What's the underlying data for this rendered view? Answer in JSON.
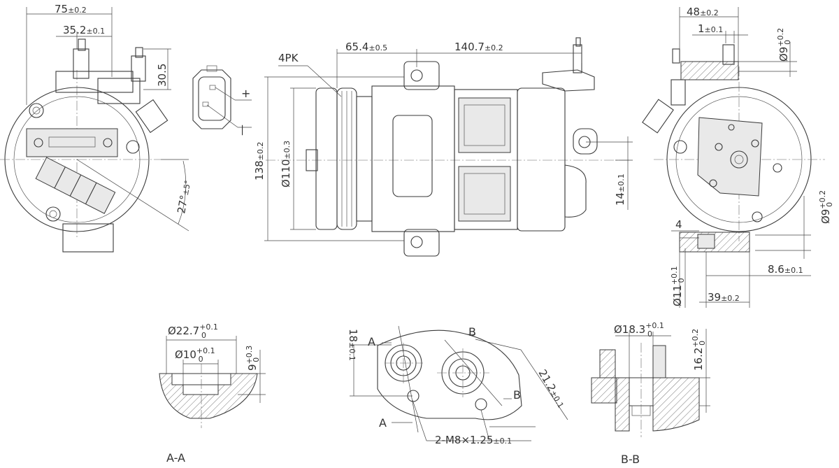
{
  "dimensions": {
    "d75": "75",
    "d75_tol": "±0.2",
    "d35": "35.2",
    "d35_tol": "±0.1",
    "d30": "30.5",
    "d27": "27°",
    "d27_tol": "±5°",
    "pk": "4PK",
    "d654": "65.4",
    "d654_tol": "±0.5",
    "d1407": "140.7",
    "d1407_tol": "±0.2",
    "d138": "138",
    "d138_tol": "±0.2",
    "d110": "Ø110",
    "d110_tol": "±0.3",
    "d14": "14",
    "d14_tol": "±0.1",
    "d48": "48",
    "d48_tol": "±0.2",
    "d1": "1",
    "d1_tol": "±0.1",
    "d9a": "Ø9",
    "d9a_up": "+0.2",
    "d9a_lo": "0",
    "d9b": "Ø9",
    "d9b_up": "+0.2",
    "d9b_lo": "0",
    "d4": "4",
    "d86": "8.6",
    "d86_tol": "±0.1",
    "d11": "Ø11",
    "d11_up": "+0.1",
    "d11_lo": "0",
    "d39": "39",
    "d39_tol": "±0.2",
    "d227": "Ø22.7",
    "d227_up": "+0.1",
    "d227_lo": "0",
    "d10": "Ø10",
    "d10_up": "+0.1",
    "d10_lo": "0",
    "d9c": "9",
    "d9c_up": "+0.3",
    "d9c_lo": "0",
    "d18": "18",
    "d18_tol": "±0.1",
    "d212": "21.2",
    "d212_tol": "±0.1",
    "d183": "Ø18.3",
    "d183_up": "+0.1",
    "d183_lo": "0",
    "d162": "16.2",
    "d162_up": "+0.2",
    "d162_lo": "0",
    "thread": "2-M8×1.25",
    "thread_tol": "±0.1"
  },
  "labels": {
    "plus": "+",
    "minus": "—",
    "a_top": "A",
    "a_bottom": "A",
    "b_top": "B",
    "b_bottom": "B",
    "section_aa": "A-A",
    "section_bb": "B-B"
  }
}
